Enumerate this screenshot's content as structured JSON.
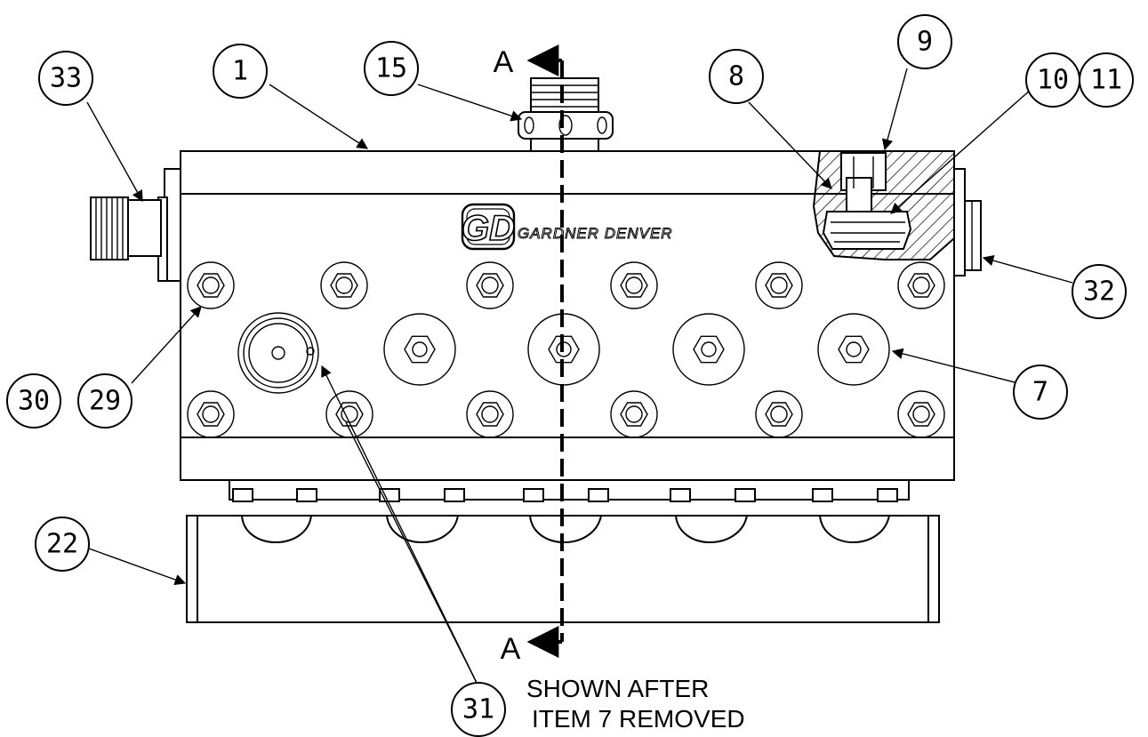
{
  "brand": {
    "logo": "GD",
    "name": "GARDNER DENVER"
  },
  "section_marker": "A",
  "note": {
    "line1": "SHOWN AFTER",
    "line2": "ITEM 7 REMOVED"
  },
  "callouts": [
    {
      "id": "c33",
      "label": "33"
    },
    {
      "id": "c1",
      "label": "1"
    },
    {
      "id": "c15",
      "label": "15"
    },
    {
      "id": "c8",
      "label": "8"
    },
    {
      "id": "c9",
      "label": "9"
    },
    {
      "id": "c10",
      "label": "10"
    },
    {
      "id": "c11",
      "label": "11"
    },
    {
      "id": "c32",
      "label": "32"
    },
    {
      "id": "c7",
      "label": "7"
    },
    {
      "id": "c30",
      "label": "30"
    },
    {
      "id": "c29",
      "label": "29"
    },
    {
      "id": "c22",
      "label": "22"
    },
    {
      "id": "c31",
      "label": "31"
    }
  ]
}
